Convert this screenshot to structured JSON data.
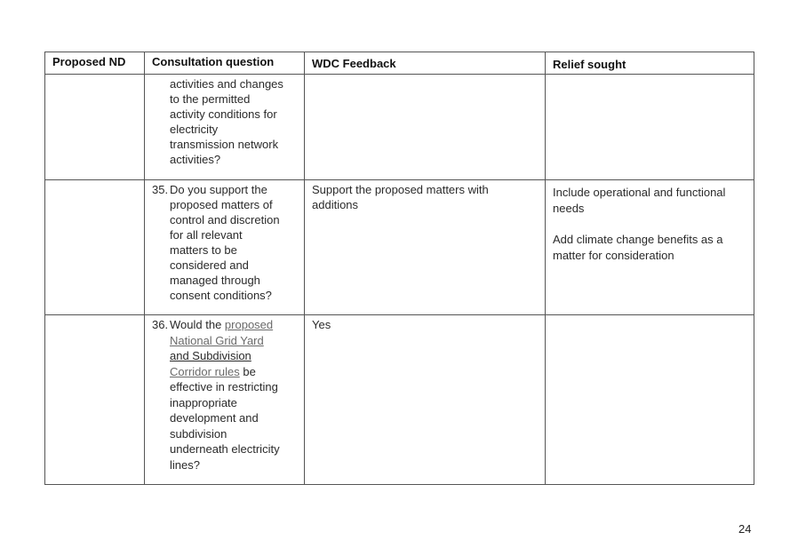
{
  "table": {
    "headers": [
      "Proposed ND",
      "Consultation question",
      "WDC Feedback",
      "Relief sought"
    ],
    "rows": [
      {
        "question_number": "",
        "question_lines": [
          "activities and changes",
          "to the permitted",
          "activity conditions for",
          "electricity",
          "transmission network",
          "activities?"
        ],
        "feedback": "",
        "relief": []
      },
      {
        "question_number": "35.",
        "question_lines": [
          "Do you support the",
          "proposed matters of",
          "control and discretion",
          "for all relevant",
          "matters to be",
          "considered and",
          "managed through",
          "consent conditions?"
        ],
        "feedback_lines": [
          "Support the proposed matters with",
          "additions"
        ],
        "relief": [
          [
            "Include operational and functional",
            "needs"
          ],
          [
            "Add climate change benefits as a",
            "matter for consideration"
          ]
        ]
      },
      {
        "question_number": "36.",
        "q36": {
          "l1_pre": "Would the ",
          "l1_link": "proposed",
          "l2_link": "National Grid Yard",
          "l3_ul": "and Subdivision",
          "l4_link": "Corridor rules",
          "l4_post": " be",
          "rest": [
            "effective in restricting",
            "inappropriate",
            "development and",
            "subdivision",
            "underneath electricity",
            "lines?"
          ]
        },
        "feedback": "Yes",
        "relief": []
      }
    ]
  },
  "page_number": "24"
}
